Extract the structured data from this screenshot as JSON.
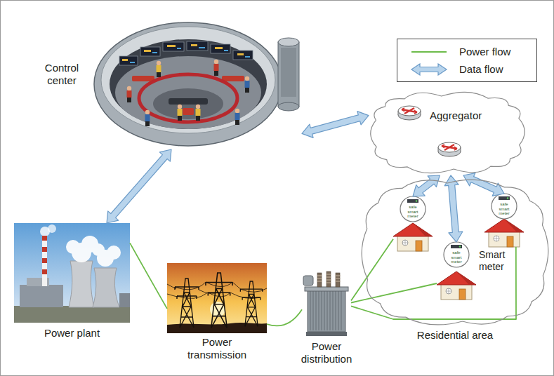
{
  "diagram": {
    "nodes": [
      {
        "text": [
          "Control center"
        ]
      },
      {
        "text": [
          "Aggregator"
        ]
      },
      {
        "text": [
          "Residential area"
        ]
      },
      {
        "text": [
          "safe smart meter"
        ],
        "in": 2
      },
      {
        "text": [
          "safe smart meter",
          "Smart meter"
        ],
        "in": 2
      },
      {
        "text": [
          "safe smart meter"
        ],
        "in": 2
      },
      {
        "text": [
          "Power plant"
        ]
      },
      {
        "text": [
          "Power transmission"
        ]
      },
      {
        "text": [
          "Power distribution"
        ]
      }
    ],
    "edges": [
      {
        "from": 0,
        "to": 1,
        "arrow": "both"
      },
      {
        "from": 0,
        "to": 6,
        "arrow": "both"
      },
      {
        "from": 1,
        "to": 3,
        "arrow": "both"
      },
      {
        "from": 1,
        "to": 4,
        "arrow": "both"
      },
      {
        "from": 1,
        "to": 5,
        "arrow": "both"
      },
      {
        "from": 6,
        "to": 7,
        "arrow": "none"
      },
      {
        "from": 7,
        "to": 8,
        "arrow": "none"
      },
      {
        "from": 8,
        "to": 3,
        "arrow": "none"
      },
      {
        "from": 8,
        "to": 4,
        "arrow": "none"
      },
      {
        "from": 8,
        "to": 5,
        "arrow": "none"
      }
    ],
    "legend": [
      {
        "text": "Power flow"
      },
      {
        "text": "Data flow"
      }
    ]
  }
}
